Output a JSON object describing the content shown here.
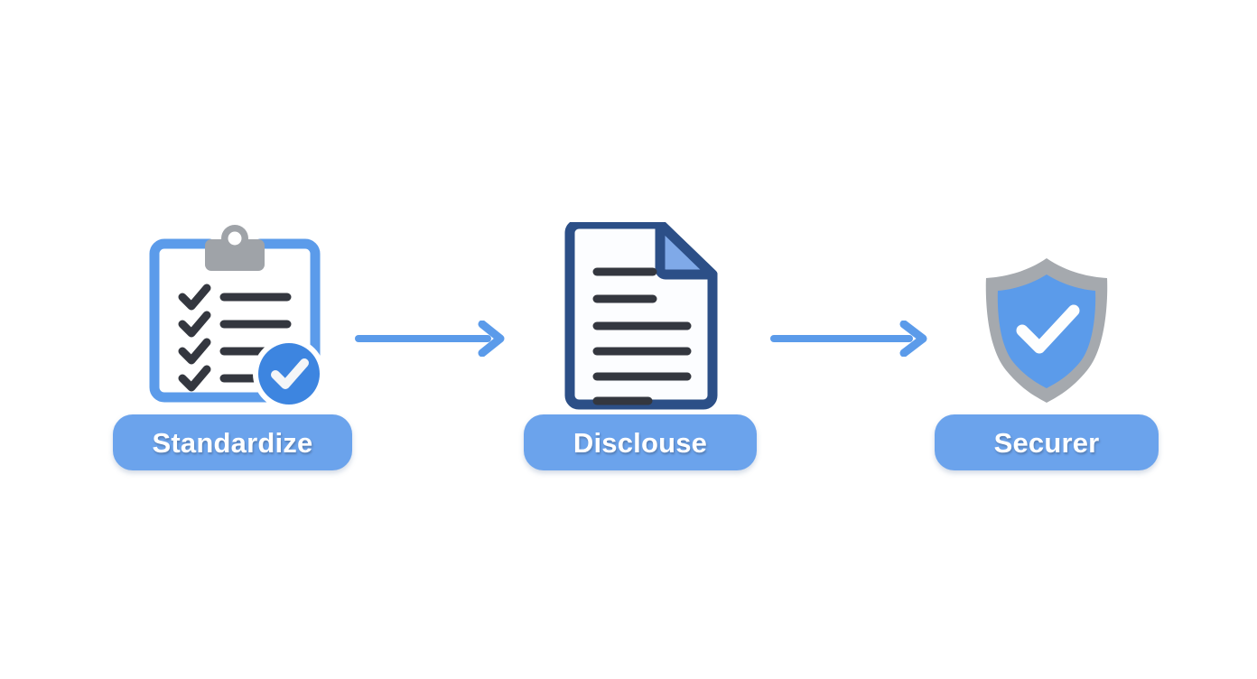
{
  "diagram": {
    "title": "Standardize to Disclouse to Securer process flow",
    "background_color": "#ffffff",
    "type": "horizontal-process-flow",
    "accent_color": "#6ba3ec",
    "arrow_color": "#5b9bea",
    "steps": [
      {
        "index": 1,
        "label": "Standardize",
        "icon": "clipboard-checklist-icon",
        "icon_colors": {
          "board": "#5b9bea",
          "clip": "#9fa3a8",
          "lines": "#34373f",
          "badge": "#3d85e0",
          "badge_check": "#f4f6f8"
        },
        "checklist_rows": 4
      },
      {
        "index": 2,
        "label": "Disclouse",
        "icon": "document-lines-icon",
        "icon_colors": {
          "outline": "#2c4f87",
          "page": "#fcfdff",
          "fold": "#7fa9e8",
          "lines": "#34373f"
        },
        "document_lines": 6
      },
      {
        "index": 3,
        "label": "Securer",
        "icon": "shield-check-icon",
        "icon_colors": {
          "border": "#a5a9ae",
          "fill": "#5b9bea",
          "check": "#fdfefe"
        }
      }
    ],
    "connectors": [
      {
        "from": "Standardize",
        "to": "Disclouse",
        "style": "arrow-right"
      },
      {
        "from": "Disclouse",
        "to": "Securer",
        "style": "arrow-right"
      }
    ]
  }
}
